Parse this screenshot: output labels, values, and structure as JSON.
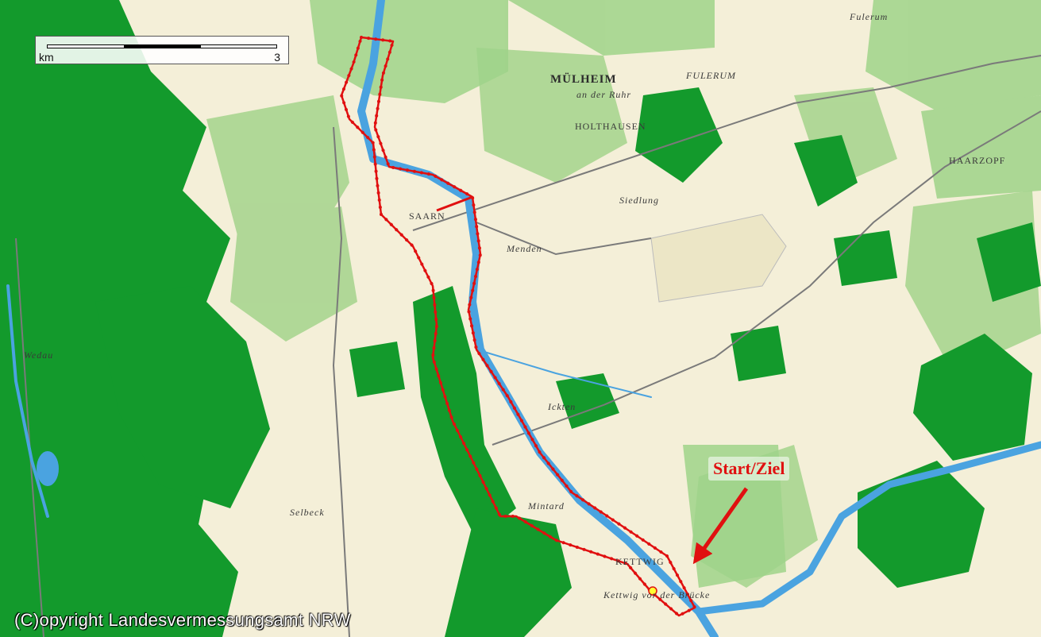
{
  "map": {
    "colors": {
      "paper": "#f4efd8",
      "forest": "#139a2c",
      "light_green": "#a9d590",
      "urban": "#9fd389",
      "river": "#4aa3e0",
      "route": "#e01010",
      "start_dot": "#ffff33"
    }
  },
  "scale": {
    "unit": "km",
    "max": "3"
  },
  "labels": {
    "muelheim": "MÜLHEIM",
    "an_der_ruhr": "an der Ruhr",
    "holthausen": "HOLTHAUSEN",
    "fulerum": "FULERUM",
    "fulerum_top": "Fulerum",
    "saarn": "SAARN",
    "menden": "Menden",
    "mintard": "Mintard",
    "kettwig": "KETTWIG",
    "kettwig_vor_der_bruecke": "Kettwig vor der Brücke",
    "selbeck": "Selbeck",
    "ickten": "Ickten",
    "haarzopf": "HAARZOPF",
    "wedau": "Wedau",
    "siedlung": "Siedlung",
    "start_ziel": "Start/Ziel"
  },
  "copyright": "(C)opyright Landesvermessungsamt NRW"
}
